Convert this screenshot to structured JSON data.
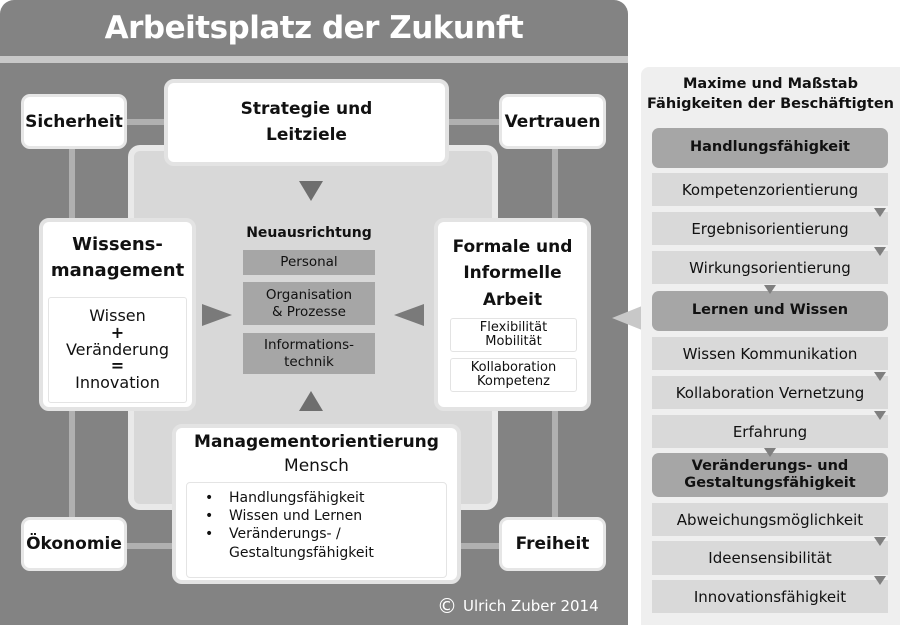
{
  "title": "Arbeitsplatz der Zukunft",
  "values": {
    "top_left": "Sicherheit",
    "top_right": "Vertrauen",
    "bottom_left": "Ökonomie",
    "bottom_right": "Freiheit"
  },
  "strategy": {
    "line1": "Strategie und",
    "line2": "Leitziele"
  },
  "center": {
    "heading": "Neuausrichtung",
    "items": [
      "Personal",
      "Organisation\n& Prozesse",
      "Informations-\ntechnik"
    ]
  },
  "wissen": {
    "heading1": "Wissens-",
    "heading2": "management",
    "formula": [
      "Wissen",
      "+",
      "Veränderung",
      "=",
      "Innovation"
    ]
  },
  "formal": {
    "heading": [
      "Formale und",
      "Informelle",
      "Arbeit"
    ],
    "boxes": [
      [
        "Flexibilität",
        "Mobilität"
      ],
      [
        "Kollaboration",
        "Kompetenz"
      ]
    ]
  },
  "management": {
    "heading": "Managementorientierung",
    "sub": "Mensch",
    "bullets": [
      "Handlungsfähigkeit",
      "Wissen und Lernen",
      "Veränderungs- /",
      "Gestaltungsfähigkeit"
    ]
  },
  "copyright": {
    "symbol": "©",
    "text": "Ulrich Zuber 2014"
  },
  "right_panel": {
    "title1": "Maxime und Maßstab",
    "title2": "Fähigkeiten der Beschäftigten",
    "groups": [
      {
        "header": "Handlungsfähigkeit",
        "items": [
          "Kompetenzorientierung",
          "Ergebnisorientierung",
          "Wirkungsorientierung"
        ]
      },
      {
        "header": "Lernen und Wissen",
        "items": [
          "Wissen Kommunikation",
          "Kollaboration Vernetzung",
          "Erfahrung"
        ]
      },
      {
        "header": "Veränderungs- und Gestaltungsfähigkeit",
        "items": [
          "Abweichungsmöglichkeit",
          "Ideensensibilität",
          "Innovationsfähigkeit"
        ]
      }
    ]
  }
}
